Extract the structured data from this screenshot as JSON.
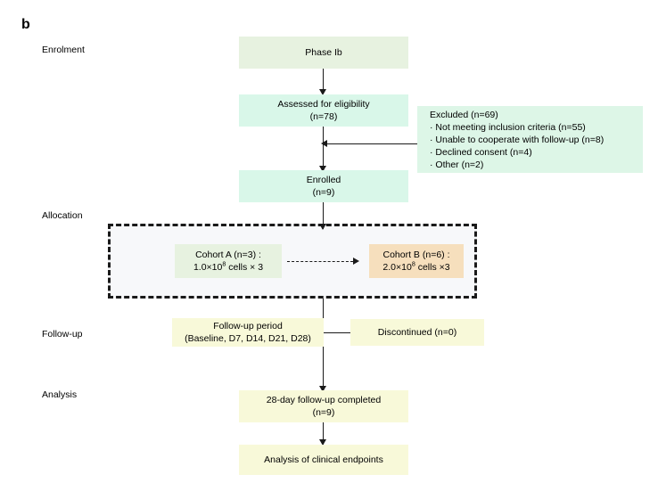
{
  "figure": {
    "panel_label": "b",
    "stages": [
      {
        "name": "enrolment",
        "label": "Enrolment"
      },
      {
        "name": "allocation",
        "label": "Allocation"
      },
      {
        "name": "followup",
        "label": "Follow-up"
      },
      {
        "name": "analysis",
        "label": "Analysis"
      }
    ],
    "nodes": {
      "phase": {
        "line1": "Phase Ib",
        "color": "#e7f2e0"
      },
      "assessed": {
        "line1": "Assessed for eligibility",
        "line2": "(n=78)",
        "color": "#d9f7e9"
      },
      "excluded": {
        "title": "Excluded (n=69)",
        "items": [
          "· Not meeting inclusion criteria (n=55)",
          "· Unable to cooperate with follow-up (n=8)",
          "· Declined consent (n=4)",
          "· Other (n=2)"
        ],
        "color": "#ddf6e7"
      },
      "enrolled": {
        "line1": "Enrolled",
        "line2": "(n=9)",
        "color": "#d9f7e9"
      },
      "cohort_a": {
        "line1": "Cohort A (n=3) :",
        "line2_pre": "1.0×10",
        "line2_sup": "8",
        "line2_post": " cells × 3",
        "color": "#e7f2e0"
      },
      "cohort_b": {
        "line1": "Cohort B (n=6) :",
        "line2_pre": "2.0×10",
        "line2_sup": "8",
        "line2_post": " cells ×3",
        "color": "#f6dfbd"
      },
      "followup_period": {
        "line1": "Follow-up period",
        "line2": "(Baseline, D7, D14, D21, D28)",
        "color": "#f8f9d9"
      },
      "discontinued": {
        "line1": "Discontinued (n=0)",
        "color": "#f8f9d9"
      },
      "completed": {
        "line1": "28-day follow-up completed",
        "line2": "(n=9)",
        "color": "#f8f9d9"
      },
      "analysis": {
        "line1": "Analysis of clinical endpoints",
        "color": "#f8f9d9"
      }
    }
  }
}
